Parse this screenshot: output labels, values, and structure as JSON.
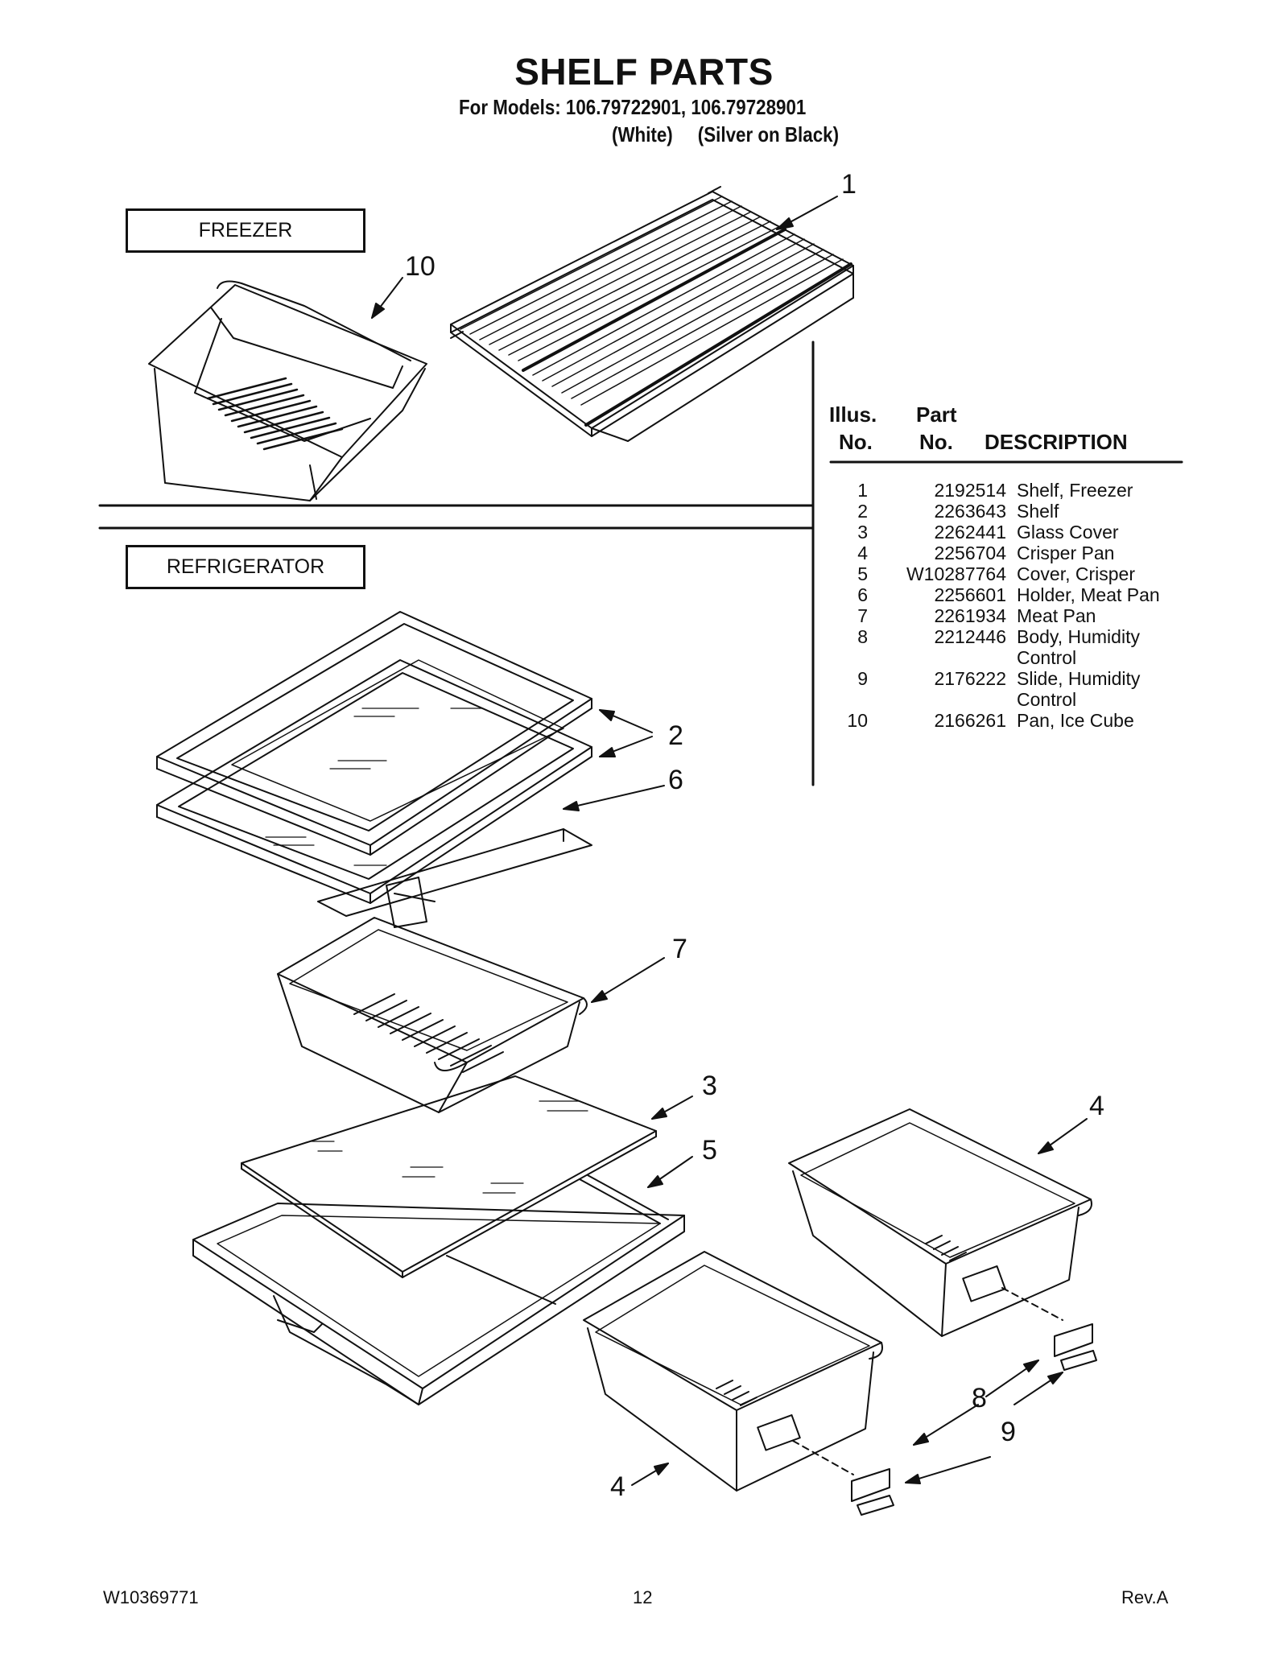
{
  "header": {
    "title": "SHELF PARTS",
    "models_line": "For Models: 106.79722901, 106.79728901",
    "variants_line": "(White)     (Silver on Black)"
  },
  "sections": {
    "freezer_label": "FREEZER",
    "refrigerator_label": "REFRIGERATOR"
  },
  "table": {
    "header": {
      "illus_line1": "Illus.",
      "illus_line2": "No.",
      "part_line1": "Part",
      "part_line2": "No.",
      "description": "DESCRIPTION"
    },
    "rows": [
      {
        "illus": "1",
        "part": "2192514",
        "desc": [
          "Shelf, Freezer"
        ]
      },
      {
        "illus": "2",
        "part": "2263643",
        "desc": [
          "Shelf"
        ]
      },
      {
        "illus": "3",
        "part": "2262441",
        "desc": [
          "Glass Cover"
        ]
      },
      {
        "illus": "4",
        "part": "2256704",
        "desc": [
          "Crisper Pan"
        ]
      },
      {
        "illus": "5",
        "part": "W10287764",
        "desc": [
          "Cover, Crisper"
        ]
      },
      {
        "illus": "6",
        "part": "2256601",
        "desc": [
          "Holder, Meat Pan"
        ]
      },
      {
        "illus": "7",
        "part": "2261934",
        "desc": [
          "Meat Pan"
        ]
      },
      {
        "illus": "8",
        "part": "2212446",
        "desc": [
          "Body, Humidity",
          "Control"
        ]
      },
      {
        "illus": "9",
        "part": "2176222",
        "desc": [
          "Slide, Humidity",
          "Control"
        ]
      },
      {
        "illus": "10",
        "part": "2166261",
        "desc": [
          "Pan, Ice Cube"
        ]
      }
    ]
  },
  "callouts": {
    "c1": "1",
    "c10": "10",
    "c2": "2",
    "c6": "6",
    "c7": "7",
    "c3": "3",
    "c5": "5",
    "c4a": "4",
    "c4b": "4",
    "c8": "8",
    "c9": "9"
  },
  "footer": {
    "doc_number": "W10369771",
    "page": "12",
    "revision": "Rev.A"
  }
}
